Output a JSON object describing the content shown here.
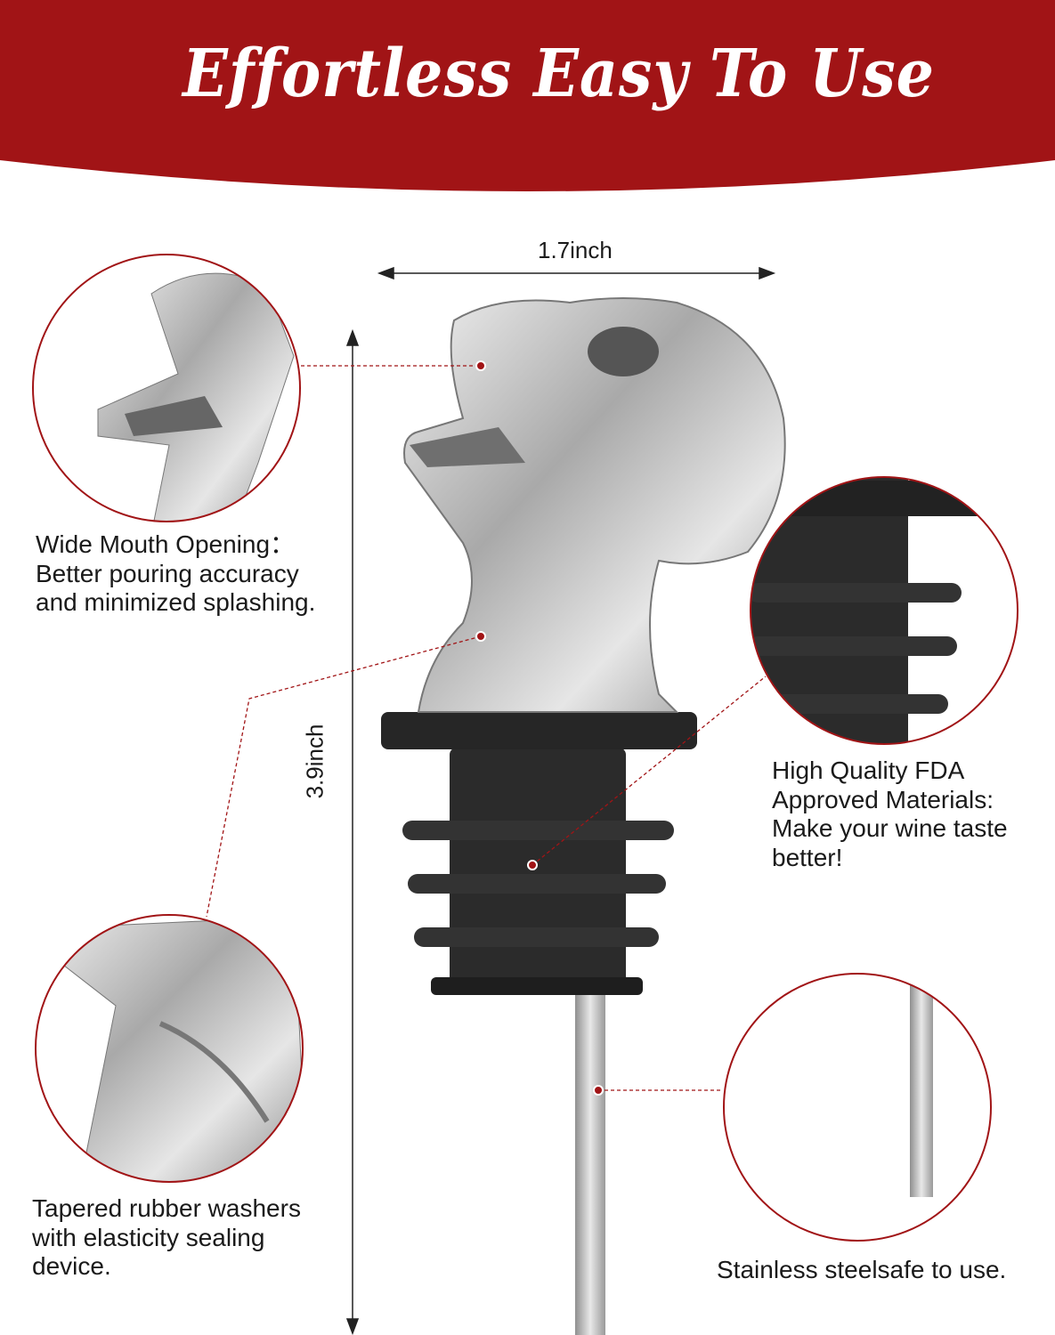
{
  "banner": {
    "title": "Effortless Easy To Use",
    "color": "#a11416"
  },
  "dimensions": {
    "width_label": "1.7inch",
    "height_label": "3.9inch"
  },
  "features": [
    {
      "title": "Wide Mouth Opening：",
      "lines": [
        "Better pouring accuracy",
        "and minimized splashing."
      ]
    },
    {
      "title": "High Quality FDA",
      "lines": [
        "Approved Materials:",
        "Make your wine taste",
        "better!"
      ]
    },
    {
      "title": "Tapered rubber washers",
      "lines": [
        "with elasticity sealing",
        "device."
      ]
    },
    {
      "title": "Stainless steelsafe to use.",
      "lines": []
    }
  ],
  "colors": {
    "accent": "#a11416",
    "rubber": "#2a2a2a",
    "silver": "#c9c9c9"
  }
}
